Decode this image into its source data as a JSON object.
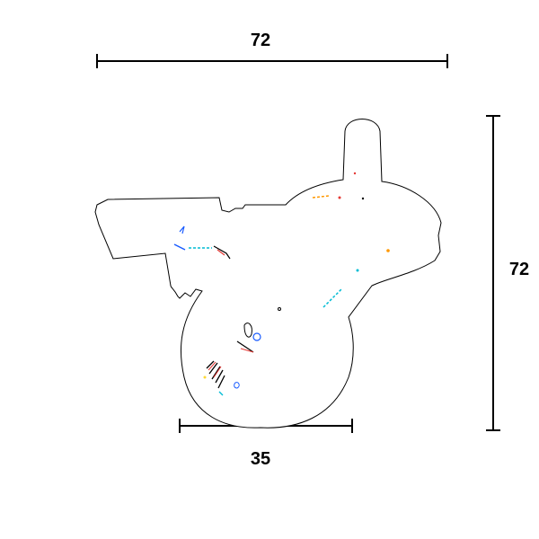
{
  "dimensions": {
    "top_width": "72",
    "right_height": "72",
    "bottom_width": "35"
  },
  "colors": {
    "line": "#000000",
    "background": "#ffffff",
    "speck_blue": "#1a5cff",
    "speck_cyan": "#00bcd4",
    "speck_red": "#e53935",
    "speck_orange": "#ff9800",
    "speck_yellow": "#fdd835"
  }
}
